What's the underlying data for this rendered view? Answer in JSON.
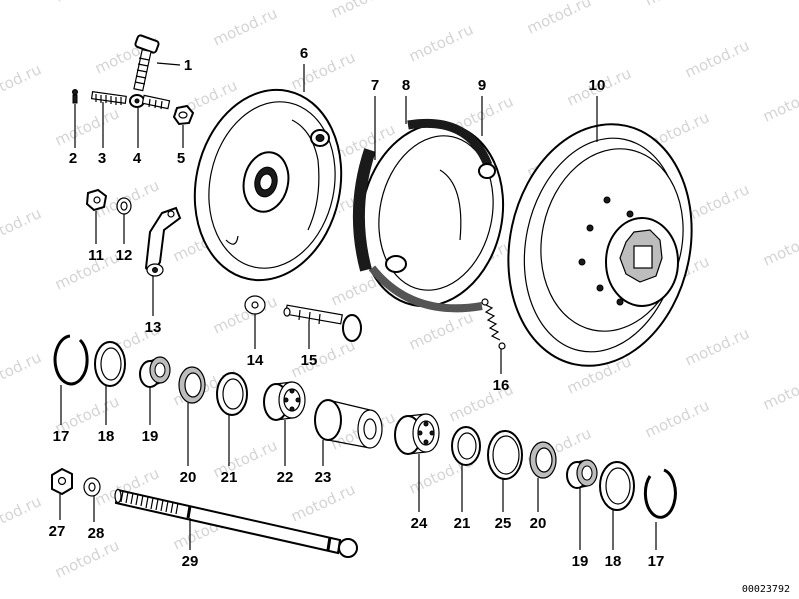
{
  "watermark": "motod.ru",
  "reference_number": "00023792",
  "parts": [
    {
      "id": "p1",
      "label": "1"
    },
    {
      "id": "p2",
      "label": "2"
    },
    {
      "id": "p3",
      "label": "3"
    },
    {
      "id": "p4",
      "label": "4"
    },
    {
      "id": "p5",
      "label": "5"
    },
    {
      "id": "p6",
      "label": "6"
    },
    {
      "id": "p7",
      "label": "7"
    },
    {
      "id": "p8",
      "label": "8"
    },
    {
      "id": "p9",
      "label": "9"
    },
    {
      "id": "p10",
      "label": "10"
    },
    {
      "id": "p11",
      "label": "11"
    },
    {
      "id": "p12",
      "label": "12"
    },
    {
      "id": "p13",
      "label": "13"
    },
    {
      "id": "p14",
      "label": "14"
    },
    {
      "id": "p15",
      "label": "15"
    },
    {
      "id": "p16",
      "label": "16"
    },
    {
      "id": "p17a",
      "label": "17"
    },
    {
      "id": "p18a",
      "label": "18"
    },
    {
      "id": "p19a",
      "label": "19"
    },
    {
      "id": "p20a",
      "label": "20"
    },
    {
      "id": "p21a",
      "label": "21"
    },
    {
      "id": "p22",
      "label": "22"
    },
    {
      "id": "p23",
      "label": "23"
    },
    {
      "id": "p24",
      "label": "24"
    },
    {
      "id": "p21b",
      "label": "21"
    },
    {
      "id": "p25",
      "label": "25"
    },
    {
      "id": "p20b",
      "label": "20"
    },
    {
      "id": "p19b",
      "label": "19"
    },
    {
      "id": "p18b",
      "label": "18"
    },
    {
      "id": "p17b",
      "label": "17"
    },
    {
      "id": "p27",
      "label": "27"
    },
    {
      "id": "p28",
      "label": "28"
    },
    {
      "id": "p29",
      "label": "29"
    }
  ]
}
